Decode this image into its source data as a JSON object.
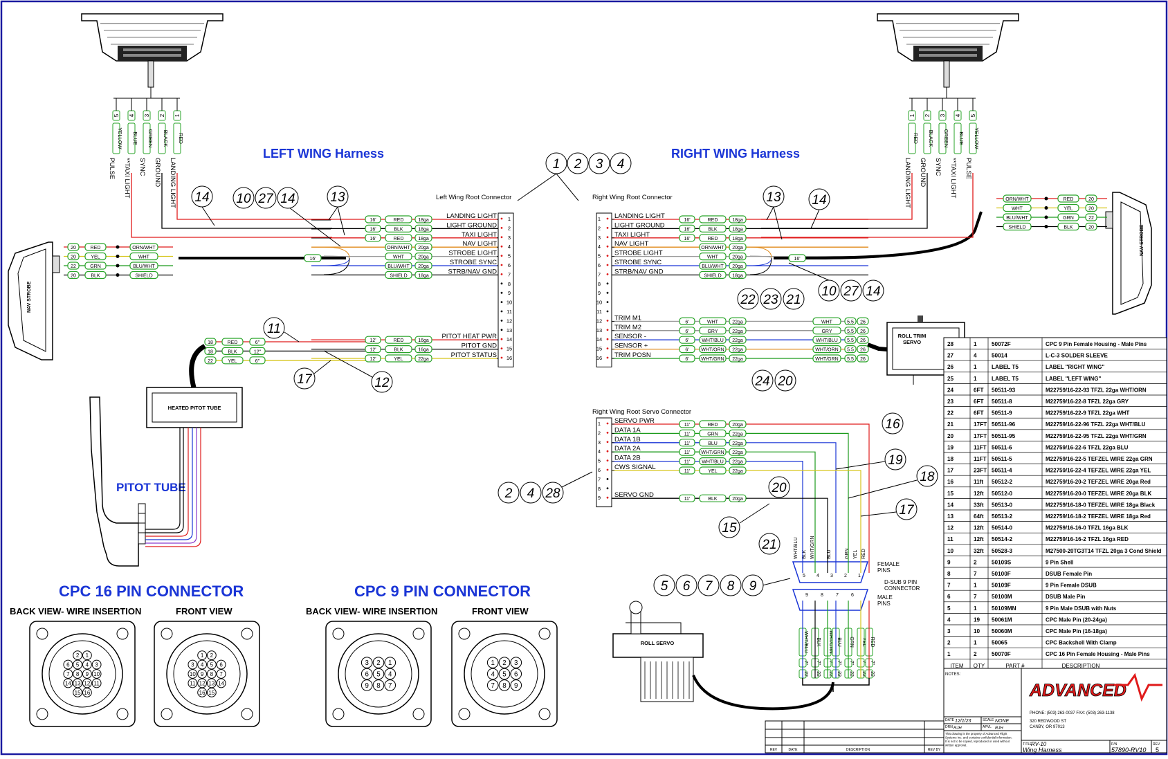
{
  "border_color": "#1a1aa0",
  "headings": {
    "left_harness": "LEFT WING Harness",
    "right_harness": "RIGHT WING Harness",
    "pitot_tube": "PITOT TUBE",
    "cpc16": "CPC 16 PIN CONNECTOR",
    "cpc9": "CPC 9 PIN CONNECTOR",
    "back_view": "BACK VIEW- WIRE INSERTION",
    "front_view": "FRONT VIEW",
    "heading_color": "#1a35d6"
  },
  "connectors": {
    "left_root": "Left Wing Root Connector",
    "right_root": "Right Wing Root Connector",
    "servo_root": "Right Wing Root Servo Connector"
  },
  "components": {
    "nav_strobe": "NAV STROBE",
    "heated_pitot": "HEATED PITOT TUBE",
    "roll_trim_servo": [
      "ROLL TRIM",
      "SERVO"
    ],
    "roll_servo": "ROLL SERVO",
    "dsub_female": [
      "FEMALE",
      "PINS"
    ],
    "dsub_conn": [
      "D-SUB 9 PIN",
      "CONNECTOR"
    ],
    "dsub_male": [
      "MALE",
      "PINS"
    ]
  },
  "left_light_wires": [
    {
      "pin": "5",
      "color": "YELLOW",
      "function": "PULSE"
    },
    {
      "pin": "4",
      "color": "BLUE",
      "function": "**TAXI LIGHT"
    },
    {
      "pin": "3",
      "color": "GREEN",
      "function": "SYNC"
    },
    {
      "pin": "2",
      "color": "BLACK",
      "function": "GROUND"
    },
    {
      "pin": "1",
      "color": "RED",
      "function": "LANDING LIGHT"
    }
  ],
  "right_light_wires": [
    {
      "pin": "1",
      "color": "RED",
      "function": "LANDING LIGHT"
    },
    {
      "pin": "2",
      "color": "BLACK",
      "function": "GROUND"
    },
    {
      "pin": "3",
      "color": "GREEN",
      "function": "SYNC"
    },
    {
      "pin": "4",
      "color": "BLUE",
      "function": "**TAXI LIGHT"
    },
    {
      "pin": "5",
      "color": "YELLOW",
      "function": "PULSE"
    }
  ],
  "left_root_rows": [
    {
      "pin": "1",
      "label": "LANDING LIGHT",
      "len": "16'",
      "color": "RED",
      "ga": "18ga"
    },
    {
      "pin": "2",
      "label": "LIGHT GROUND",
      "len": "16'",
      "color": "BLK",
      "ga": "18ga"
    },
    {
      "pin": "3",
      "label": "TAXI LIGHT",
      "len": "16'",
      "color": "RED",
      "ga": "18ga"
    },
    {
      "pin": "4",
      "label": "NAV LIGHT",
      "len": "",
      "color": "ORN/WHT",
      "ga": "20ga"
    },
    {
      "pin": "5",
      "label": "STROBE LIGHT",
      "len": "",
      "color": "WHT",
      "ga": "20ga"
    },
    {
      "pin": "6",
      "label": "STROBE SYNC",
      "len": "",
      "color": "BLU/WHT",
      "ga": "20ga"
    },
    {
      "pin": "7",
      "label": "STRB/NAV GND",
      "len": "",
      "color": "SHIELD",
      "ga": "18ga"
    },
    {
      "pin": "8",
      "label": "",
      "len": "",
      "color": "",
      "ga": ""
    },
    {
      "pin": "9",
      "label": "",
      "len": "",
      "color": "",
      "ga": ""
    },
    {
      "pin": "10",
      "label": "",
      "len": "",
      "color": "",
      "ga": ""
    },
    {
      "pin": "11",
      "label": "",
      "len": "",
      "color": "",
      "ga": ""
    },
    {
      "pin": "12",
      "label": "",
      "len": "",
      "color": "",
      "ga": ""
    },
    {
      "pin": "13",
      "label": "",
      "len": "",
      "color": "",
      "ga": ""
    },
    {
      "pin": "14",
      "label": "PITOT HEAT PWR",
      "len": "12'",
      "color": "RED",
      "ga": "16ga"
    },
    {
      "pin": "15",
      "label": "PITOT GND",
      "len": "12'",
      "color": "BLK",
      "ga": "16ga"
    },
    {
      "pin": "16",
      "label": "PITOT STATUS",
      "len": "12'",
      "color": "YEL",
      "ga": "22ga"
    }
  ],
  "right_root_rows": [
    {
      "pin": "1",
      "label": "LANDING LIGHT",
      "len": "16'",
      "color": "RED",
      "ga": "18ga"
    },
    {
      "pin": "2",
      "label": "LIGHT GROUND",
      "len": "16'",
      "color": "BLK",
      "ga": "18ga"
    },
    {
      "pin": "3",
      "label": "TAXI LIGHT",
      "len": "16'",
      "color": "RED",
      "ga": "18ga"
    },
    {
      "pin": "4",
      "label": "NAV LIGHT",
      "len": "",
      "color": "ORN/WHT",
      "ga": "20ga"
    },
    {
      "pin": "5",
      "label": "STROBE LIGHT",
      "len": "",
      "color": "WHT",
      "ga": "20ga"
    },
    {
      "pin": "6",
      "label": "STROBE SYNC",
      "len": "",
      "color": "BLU/WHT",
      "ga": "20ga"
    },
    {
      "pin": "7",
      "label": "STRB/NAV GND",
      "len": "",
      "color": "SHIELD",
      "ga": "18ga"
    },
    {
      "pin": "8",
      "label": "",
      "len": "",
      "color": "",
      "ga": ""
    },
    {
      "pin": "9",
      "label": "",
      "len": "",
      "color": "",
      "ga": ""
    },
    {
      "pin": "10",
      "label": "",
      "len": "",
      "color": "",
      "ga": ""
    },
    {
      "pin": "11",
      "label": "",
      "len": "",
      "color": "",
      "ga": ""
    },
    {
      "pin": "12",
      "label": "TRIM M1",
      "len": "6'",
      "color": "WHT",
      "ga": "22ga",
      "end": "WHT"
    },
    {
      "pin": "13",
      "label": "TRIM M2",
      "len": "6'",
      "color": "GRY",
      "ga": "22ga",
      "end": "GRY"
    },
    {
      "pin": "14",
      "label": "SENSOR -",
      "len": "6'",
      "color": "WHT/BLU",
      "ga": "22ga",
      "end": "WHT/BLU"
    },
    {
      "pin": "15",
      "label": "SENSOR +",
      "len": "6'",
      "color": "WHT/ORN",
      "ga": "22ga",
      "end": "WHT/ORN"
    },
    {
      "pin": "16",
      "label": "TRIM POSN",
      "len": "6'",
      "color": "WHT/GRN",
      "ga": "22ga",
      "end": "WHT/GRN"
    }
  ],
  "servo_rows": [
    {
      "pin": "1",
      "label": "SERVO PWR",
      "len": "11'",
      "color": "RED",
      "ga": "20ga"
    },
    {
      "pin": "2",
      "label": "DATA 1A",
      "len": "11'",
      "color": "GRN",
      "ga": "22ga"
    },
    {
      "pin": "3",
      "label": "DATA 1B",
      "len": "11'",
      "color": "BLU",
      "ga": "22ga"
    },
    {
      "pin": "4",
      "label": "DATA 2A",
      "len": "11'",
      "color": "WHT/GRN",
      "ga": "22ga"
    },
    {
      "pin": "5",
      "label": "DATA 2B",
      "len": "11'",
      "color": "WHT/BLU",
      "ga": "22ga"
    },
    {
      "pin": "6",
      "label": "CWS SIGNAL",
      "len": "11'",
      "color": "YEL",
      "ga": "22ga"
    },
    {
      "pin": "7",
      "label": "",
      "len": "",
      "color": "",
      "ga": ""
    },
    {
      "pin": "8",
      "label": "",
      "len": "",
      "color": "",
      "ga": ""
    },
    {
      "pin": "9",
      "label": "SERVO GND",
      "len": "11'",
      "color": "BLK",
      "ga": "20ga"
    }
  ],
  "nav_strobe_left": [
    {
      "ga": "20",
      "color": "RED",
      "to": "ORN/WHT"
    },
    {
      "ga": "20",
      "color": "YEL",
      "to": "WHT"
    },
    {
      "ga": "22",
      "color": "GRN",
      "to": "BLU/WHT"
    },
    {
      "ga": "20",
      "color": "BLK",
      "to": "SHIELD"
    }
  ],
  "nav_strobe_right": [
    {
      "from": "ORN/WHT",
      "color": "RED",
      "ga": "20"
    },
    {
      "from": "WHT",
      "color": "YEL",
      "ga": "20"
    },
    {
      "from": "BLU/WHT",
      "color": "GRN",
      "ga": "22"
    },
    {
      "from": "SHIELD",
      "color": "BLK",
      "ga": "20"
    }
  ],
  "shield_len": "16'",
  "pitot_splices": [
    {
      "ga": "18",
      "color": "RED",
      "len": "6\""
    },
    {
      "ga": "18",
      "color": "BLK",
      "len": "12\""
    },
    {
      "ga": "22",
      "color": "YEL",
      "len": "6\""
    }
  ],
  "trim_end_len": "5.5",
  "trim_end_ga": "26",
  "dsub_wires": [
    {
      "color": "WHT/BLU",
      "len": "7\"",
      "ga": "22"
    },
    {
      "color": "BLK",
      "len": "7\"",
      "ga": "22"
    },
    {
      "color": "WHT/GRN",
      "len": "7\"",
      "ga": "22"
    },
    {
      "color": "BLU",
      "len": "7\"",
      "ga": "22"
    },
    {
      "color": "GRN",
      "len": "7\"",
      "ga": "22"
    },
    {
      "color": "YEL",
      "len": "7\"",
      "ga": "22"
    },
    {
      "color": "RED",
      "len": "7\"",
      "ga": "22"
    }
  ],
  "dsub_pins_top": [
    "5",
    "4",
    "3",
    "2",
    "1"
  ],
  "dsub_pins_bottom": [
    "9",
    "8",
    "7",
    "6"
  ],
  "balloons": {
    "conn_group": [
      "1",
      "2",
      "3",
      "4"
    ],
    "left_14": "14",
    "left_group": [
      "10",
      "27",
      "14"
    ],
    "left_13": "13",
    "right_13": "13",
    "right_14": "14",
    "right_group": [
      "10",
      "27",
      "14"
    ],
    "trim_top": [
      "22",
      "23",
      "21"
    ],
    "trim_bottom": [
      "24",
      "20"
    ],
    "pitot_11": "11",
    "pitot_17": "17",
    "pitot_12": "12",
    "servo_conn_group": [
      "2",
      "4",
      "28"
    ],
    "servo_16": "16",
    "servo_19": "19",
    "servo_18": "18",
    "servo_20": "20",
    "servo_17": "17",
    "servo_15": "15",
    "servo_21": "21",
    "dsub_group": [
      "5",
      "6",
      "7",
      "8",
      "9"
    ]
  },
  "cpc16_back": [
    [
      "2",
      "1"
    ],
    [
      "6",
      "5",
      "4",
      "3"
    ],
    [
      "7",
      "8",
      "9",
      "10"
    ],
    [
      "14",
      "13",
      "12",
      "11"
    ],
    [
      "15",
      "16"
    ]
  ],
  "cpc16_front": [
    [
      "1",
      "2"
    ],
    [
      "3",
      "4",
      "5",
      "6"
    ],
    [
      "10",
      "9",
      "8",
      "7"
    ],
    [
      "11",
      "12",
      "13",
      "14"
    ],
    [
      "16",
      "15"
    ]
  ],
  "cpc9_back": [
    [
      "3",
      "2",
      "1"
    ],
    [
      "6",
      "5",
      "4"
    ],
    [
      "9",
      "8",
      "7"
    ]
  ],
  "cpc9_front": [
    [
      "1",
      "2",
      "3"
    ],
    [
      "4",
      "5",
      "6"
    ],
    [
      "7",
      "8",
      "9"
    ]
  ],
  "bom": {
    "headers": [
      "ITEM",
      "QTY",
      "PART #",
      "DESCRIPTION"
    ],
    "rows": [
      [
        "28",
        "1",
        "50072F",
        "CPC 9 Pin Female Housing - Male Pins"
      ],
      [
        "27",
        "4",
        "50014",
        "L-C-3 SOLDER SLEEVE"
      ],
      [
        "26",
        "1",
        "LABEL T5",
        "LABEL \"RIGHT WING\""
      ],
      [
        "25",
        "1",
        "LABEL T5",
        "LABEL \"LEFT WING\""
      ],
      [
        "24",
        "6FT",
        "50511-93",
        "M22759/16-22-93 TFZL 22ga WHT/ORN"
      ],
      [
        "23",
        "6FT",
        "50511-8",
        "M22759/16-22-8 TFZL 22ga GRY"
      ],
      [
        "22",
        "6FT",
        "50511-9",
        "M22759/16-22-9 TFZL 22ga WHT"
      ],
      [
        "21",
        "17FT",
        "50511-96",
        "M22759/16-22-96 TFZL 22ga WHT/BLU"
      ],
      [
        "20",
        "17FT",
        "50511-95",
        "M22759/16-22-95 TFZL 22ga WHT/GRN"
      ],
      [
        "19",
        "11FT",
        "50511-6",
        "M22759/16-22-6 TFZL 22ga BLU"
      ],
      [
        "18",
        "11FT",
        "50511-5",
        "M22759/16-22-5 TEFZEL WIRE 22ga GRN"
      ],
      [
        "17",
        "23FT",
        "50511-4",
        "M22759/16-22-4 TEFZEL WIRE 22ga YEL"
      ],
      [
        "16",
        "11ft",
        "50512-2",
        "M22759/16-20-2 TEFZEL WIRE 20ga Red"
      ],
      [
        "15",
        "12ft",
        "50512-0",
        "M22759/16-20-0 TEFZEL WIRE 20ga BLK"
      ],
      [
        "14",
        "33ft",
        "50513-0",
        "M22759/16-18-0 TEFZEL WIRE 18ga Black"
      ],
      [
        "13",
        "64ft",
        "50513-2",
        "M22759/16-18-2 TEFZEL WIRE 18ga Red"
      ],
      [
        "12",
        "12ft",
        "50514-0",
        "M22759/16-16-0 TFZL 16ga BLK"
      ],
      [
        "11",
        "12ft",
        "50514-2",
        "M22759/16-16-2 TFZL 16ga RED"
      ],
      [
        "10",
        "32ft",
        "50528-3",
        "M27500-20TG3T14 TFZL 20ga 3 Cond Shield"
      ],
      [
        "9",
        "2",
        "50109S",
        "9 Pin Shell"
      ],
      [
        "8",
        "7",
        "50100F",
        "DSUB Female Pin"
      ],
      [
        "7",
        "1",
        "50109F",
        "9 Pin Female DSUB"
      ],
      [
        "6",
        "7",
        "50100M",
        "DSUB Male Pin"
      ],
      [
        "5",
        "1",
        "50109MN",
        "9 Pin Male DSUB with Nuts"
      ],
      [
        "4",
        "19",
        "50061M",
        "CPC Male Pin (20-24ga)"
      ],
      [
        "3",
        "10",
        "50060M",
        "CPC Male Pin (16-18ga)"
      ],
      [
        "2",
        "1",
        "50065",
        "CPC Backshell With Clamp"
      ],
      [
        "1",
        "2",
        "50070F",
        "CPC 16 Pin Female Housing - Male Pins"
      ]
    ]
  },
  "title_block": {
    "notes": "NOTES:",
    "logo": "ADVANCED",
    "logo_color": "#e01b1b",
    "phone": "PHONE: (503) 263-0037  FAX: (503) 263-1138",
    "address1": "320 REDWOOD ST",
    "address2": "CANBY, OR 97013",
    "date_label": "DATE",
    "date": "12/1/23",
    "scale_label": "SCALE",
    "scale": "NONE",
    "drn_label": "DRN",
    "drn": "RJH",
    "apvl_label": "APVL",
    "apvl": "RJH",
    "notice": "This drawing is the property of Advanced Flight Systems Inc. and contains confidential information. It is not to be copied, reproduced or used without written approval.",
    "title_label": "TITLE",
    "title1": "RV-10",
    "title2": "Wing Harness",
    "pn_label": "P/N",
    "pn": "57890-RV10",
    "rev_label": "REV",
    "rev": "5",
    "rev_headers": [
      "REV",
      "DATE",
      "DESCRIPTION",
      "REV BY"
    ]
  }
}
